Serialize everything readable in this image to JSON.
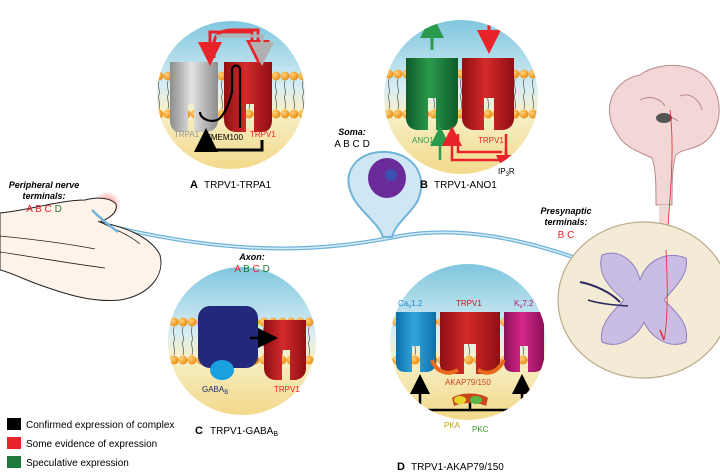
{
  "panels": {
    "a": {
      "letter": "A",
      "title": "TRPV1-TRPA1",
      "labels": {
        "trpa1": "TRPA1",
        "tmem": "TMEM100",
        "trpv1": "TRPV1"
      }
    },
    "b": {
      "letter": "B",
      "title": "TRPV1-ANO1",
      "labels": {
        "ano1": "ANO1",
        "trpv1": "TRPV1",
        "ip3": "IP",
        "ip3_sub": "3",
        "ip3_end": "R"
      }
    },
    "c": {
      "letter": "C",
      "title": "TRPV1-GABA",
      "title_sub": "B",
      "labels": {
        "gaba": "GABA",
        "gaba_sub": "B",
        "trpv1": "TRPV1"
      }
    },
    "d": {
      "letter": "D",
      "title": "TRPV1-AKAP79/150",
      "labels": {
        "cav_a": "Ca",
        "cav_sub": "v",
        "cav_b": "1.2",
        "trpv1": "TRPV1",
        "kv_a": "K",
        "kv_sub": "v",
        "kv_b": "7.2",
        "akap": "AKAP79/150",
        "pka": "PKA",
        "pkc": "PKC"
      }
    }
  },
  "regions": {
    "peripheral": {
      "title_line1": "Peripheral nerve",
      "title_line2": "terminals:",
      "letters": [
        "A",
        "B",
        "C",
        "D"
      ]
    },
    "axon": {
      "title": "Axon:",
      "letters": [
        "A",
        "B",
        "C",
        "D"
      ]
    },
    "soma": {
      "title": "Soma:",
      "letters": [
        "A",
        "B",
        "C",
        "D"
      ]
    },
    "presynaptic": {
      "title_line1": "Presynaptic",
      "title_line2": "terminals:",
      "letters": [
        "B",
        "C"
      ]
    }
  },
  "legend": [
    {
      "label": "Confirmed expression of complex",
      "color": "#000000"
    },
    {
      "label": "Some evidence of expression",
      "color": "#e8232a"
    },
    {
      "label": "Speculative expression",
      "color": "#1e7a3c"
    }
  ],
  "colors": {
    "confirmed": "#000000",
    "some": "#e8232a",
    "speculative": "#1e7a3c"
  }
}
